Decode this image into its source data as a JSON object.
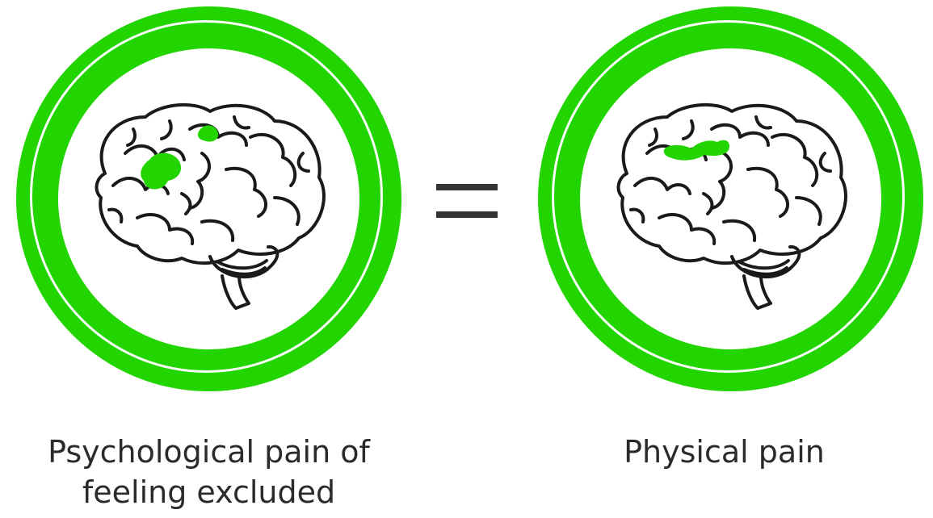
{
  "colors": {
    "accent": "#22d400",
    "line": "#1a1a1a",
    "text": "#2b2b2b",
    "background": "#ffffff"
  },
  "left": {
    "caption_line1": "Psychological pain of",
    "caption_line2": "feeling excluded",
    "icon": "brain-icon"
  },
  "right": {
    "caption_line1": "Physical pain",
    "icon": "brain-icon"
  },
  "operator": {
    "symbol": "=",
    "icon": "equals-icon"
  }
}
